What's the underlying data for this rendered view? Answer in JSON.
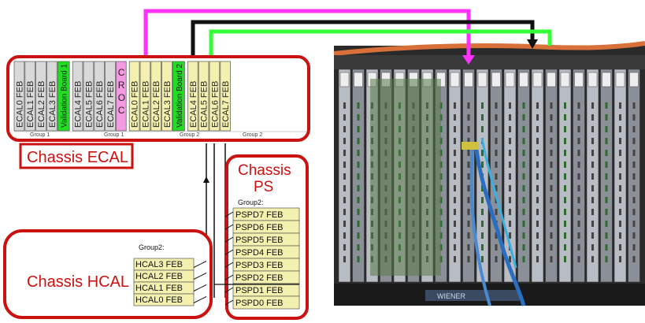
{
  "colors": {
    "frame_red": "#cc1111",
    "feb_gray": "#d9d9d9",
    "feb_yellow": "#f3f0b0",
    "validation_green": "#22dd22",
    "croc_pink": "#f29be0",
    "cable_magenta": "#ff33ff",
    "cable_black": "#111111",
    "cable_green": "#33ff33"
  },
  "chassis_ecal": {
    "title": "Chassis ECAL",
    "group1_label": "Group 1",
    "group2_label": "Group 2",
    "group1_feb": [
      "ECAL0 FEB",
      "ECAL1 FEB",
      "ECAL2 FEB",
      "ECAL3 FEB"
    ],
    "validation_board_1": "Validation Board 1",
    "group1b_feb": [
      "ECAL4 FEB",
      "ECAL5 FEB",
      "ECAL6 FEB",
      "ECAL7 FEB"
    ],
    "croc": "C R O C",
    "group2_feb": [
      "ECAL0 FEB",
      "ECAL1 FEB",
      "ECAL2 FEB",
      "ECAL3 FEB"
    ],
    "validation_board_2": "Validation Board 2",
    "group2b_feb": [
      "ECAL4 FEB",
      "ECAL5 FEB",
      "ECAL6 FEB",
      "ECAL7 FEB"
    ]
  },
  "chassis_ps": {
    "title_line1": "Chassis",
    "title_line2": "PS",
    "group_label": "Group2:",
    "febs": [
      "PSPD7 FEB",
      "PSPD6 FEB",
      "PSPD5 FEB",
      "PSPD4 FEB",
      "PSPD3 FEB",
      "PSPD2 FEB",
      "PSPD1 FEB",
      "PSPD0 FEB"
    ]
  },
  "chassis_hcal": {
    "title": "Chassis HCAL",
    "group_label": "Group2:",
    "febs": [
      "HCAL3 FEB",
      "HCAL2 FEB",
      "HCAL1 FEB",
      "HCAL0 FEB"
    ]
  },
  "photo": {
    "brand_label": "WIENER"
  }
}
